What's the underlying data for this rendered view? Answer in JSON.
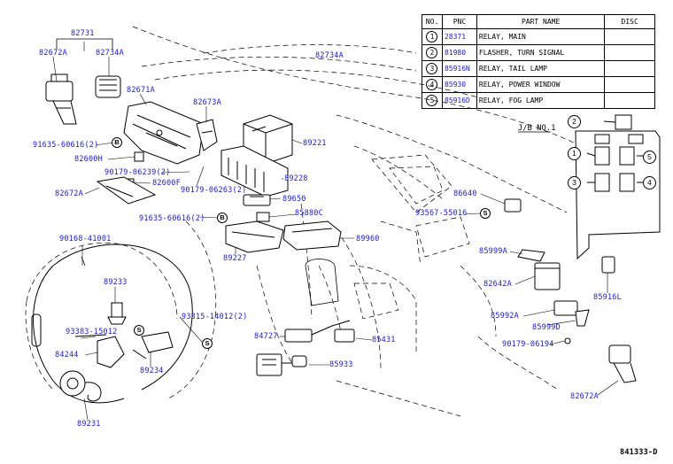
{
  "table": {
    "headers": [
      "NO.",
      "PNC",
      "PART NAME",
      "DISC"
    ],
    "rows": [
      {
        "no": "1",
        "pnc": "28371",
        "name": "RELAY, MAIN",
        "disc": ""
      },
      {
        "no": "2",
        "pnc": "81980",
        "name": "FLASHER, TURN SIGNAL",
        "disc": ""
      },
      {
        "no": "3",
        "pnc": "85916N",
        "name": "RELAY, TAIL LAMP",
        "disc": ""
      },
      {
        "no": "4",
        "pnc": "85930",
        "name": "RELAY, POWER WINDOW",
        "disc": ""
      },
      {
        "no": "5",
        "pnc": "85916D",
        "name": "RELAY, FOG LAMP",
        "disc": ""
      }
    ]
  },
  "jb_label": "J/B NO.1",
  "jb_numbers": [
    "1",
    "2",
    "3",
    "4",
    "5"
  ],
  "symbol_letters": {
    "b": "B",
    "s": "S"
  },
  "part_labels": {
    "p82731": "82731",
    "p82672A_1": "82672A",
    "p82734A_1": "82734A",
    "p82671A": "82671A",
    "p82734A_2": "82734A",
    "p82673A": "82673A",
    "p91635_60616_top": "91635-60616(2)",
    "p82600H": "82600H",
    "p90179_06239": "90179-06239(2)",
    "p82600F": "82600F",
    "p82672A_2": "82672A",
    "p90179_06263": "90179-06263(2)",
    "p89221": "89221",
    "p89228": "89228",
    "p89650": "89650",
    "p85880C": "85880C",
    "p91635_60616_mid": "91635-60616(2)",
    "p89960": "89960",
    "p89227": "89227",
    "p90168_41001": "90168-41001",
    "p89233": "89233",
    "p93315_14012": "93315-14012(2)",
    "p93383_15012": "93383-15012",
    "p84244": "84244",
    "p89234": "89234",
    "p89231": "89231",
    "p84727": "84727",
    "p85431": "85431",
    "p85933": "85933",
    "p86640": "86640",
    "p93567_55016": "93567-55016",
    "p85999A": "85999A",
    "p82642A": "82642A",
    "p85916L": "85916L",
    "p85992A": "85992A",
    "p85999D": "85999D",
    "p90179_06194": "90179-06194",
    "p82672A_3": "82672A"
  },
  "figure_code": "841333-D"
}
